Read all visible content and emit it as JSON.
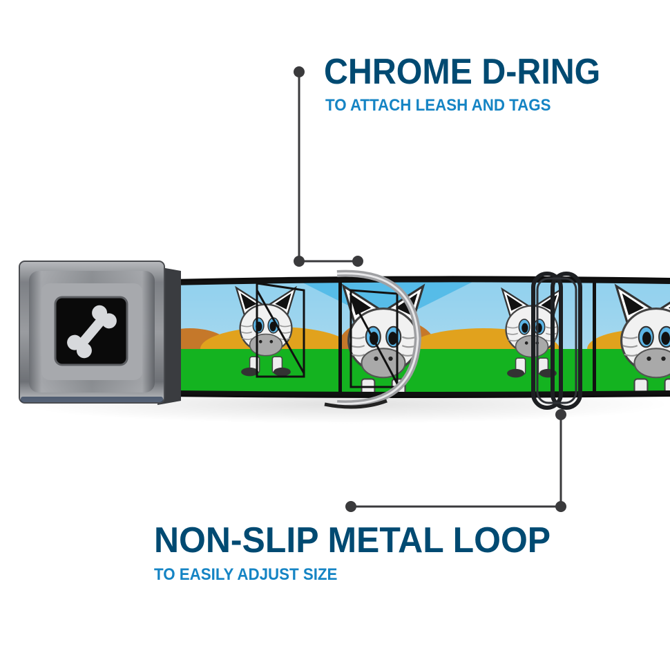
{
  "callouts": [
    {
      "title": "CHROME D-RING",
      "subtitle": "TO ATTACH LEASH AND TAGS"
    },
    {
      "title": "NON-SLIP METAL LOOP",
      "subtitle": "TO EASILY ADJUST SIZE"
    }
  ],
  "product": {
    "buckle_icon": "dog-bone-icon",
    "pattern": "cartoon-zebra"
  },
  "colors": {
    "title": "#004a72",
    "subtitle": "#1584c4",
    "connector": "#3a3a3c",
    "sky": "#a8d8ee",
    "sky_accent": "#3cb2e6",
    "hill": "#e1a21d",
    "hill_dark": "#c5782a",
    "grass": "#14b320",
    "chrome": "#8a8c8f"
  }
}
